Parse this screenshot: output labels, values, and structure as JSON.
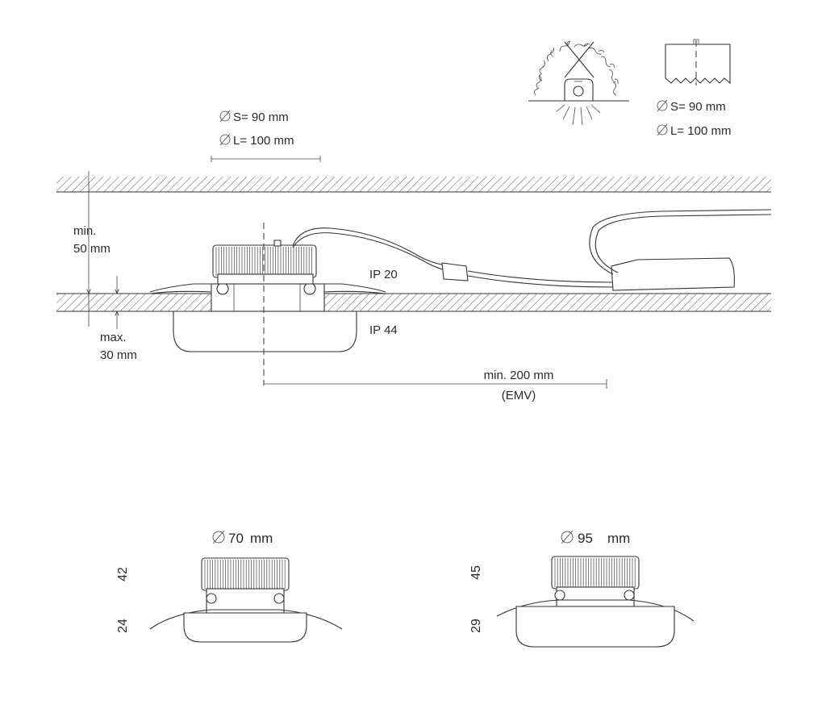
{
  "installation": {
    "cutout_small": "S= 90 mm",
    "cutout_large": "L= 100 mm",
    "ceiling_gap_top": "min.",
    "ceiling_gap_bottom": "50 mm",
    "ceiling_thickness_top": "max.",
    "ceiling_thickness_bottom": "30 mm",
    "ip_inside": "IP 20",
    "ip_outside": "IP 44",
    "driver_distance": "min. 200 mm",
    "driver_distance_note": "(EMV)"
  },
  "icons": {
    "no_insulation": "no-thermal-insulation-icon",
    "cutout_saw": "hole-saw-cutout-icon",
    "cutout_small": "S= 90 mm",
    "cutout_large": "L= 100 mm"
  },
  "variants": [
    {
      "diameter": "70",
      "unit": "mm",
      "height_top": "42",
      "height_bottom": "24"
    },
    {
      "diameter": "95",
      "unit": "mm",
      "height_top": "45",
      "height_bottom": "29"
    }
  ],
  "colors": {
    "line": "#333333",
    "hatch": "#555555",
    "background": "#ffffff"
  }
}
